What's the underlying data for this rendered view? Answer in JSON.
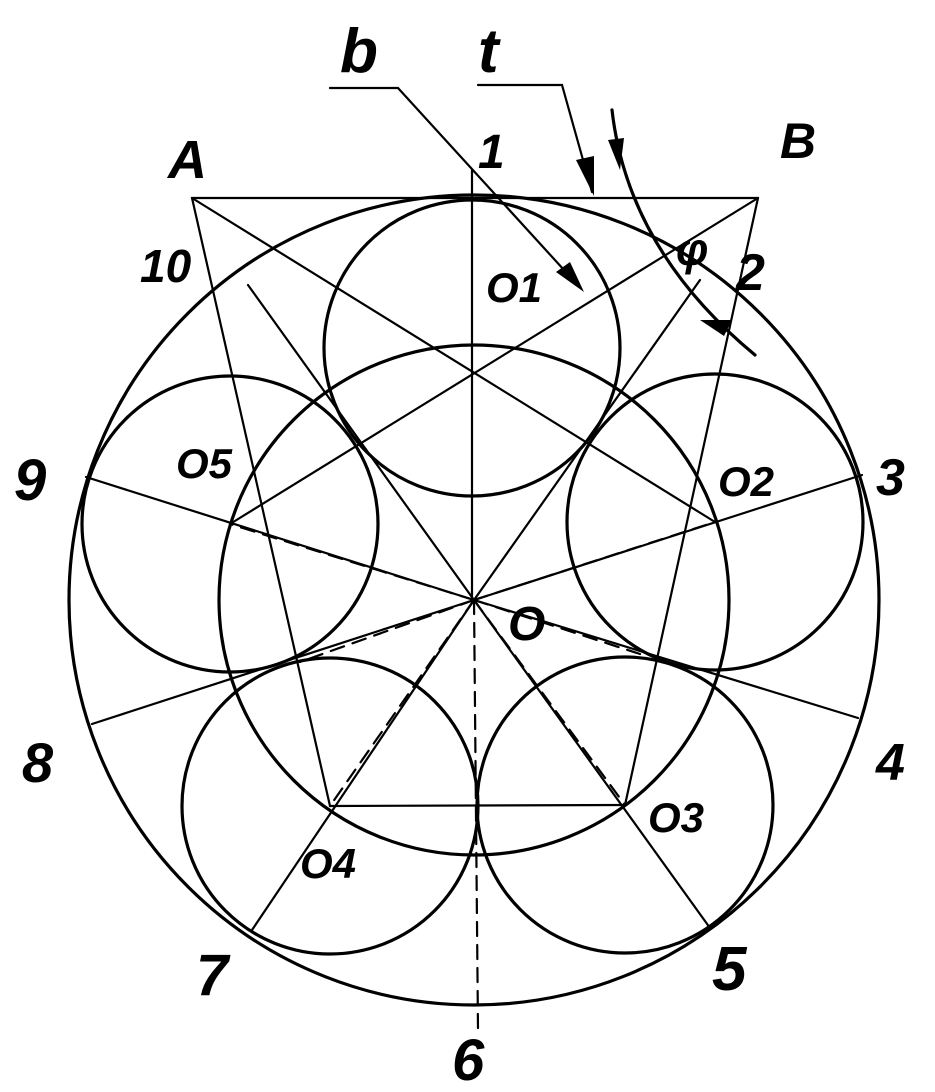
{
  "labels": {
    "A": "A",
    "B": "B",
    "b": "b",
    "t": "t",
    "phi": "φ",
    "O": "O",
    "O1": "O1",
    "O2": "O2",
    "O3": "O3",
    "O4": "O4",
    "O5": "O5",
    "n1": "1",
    "n2": "2",
    "n3": "3",
    "n4": "4",
    "n5": "5",
    "n6": "6",
    "n7": "7",
    "n8": "8",
    "n9": "9",
    "n10": "10"
  }
}
